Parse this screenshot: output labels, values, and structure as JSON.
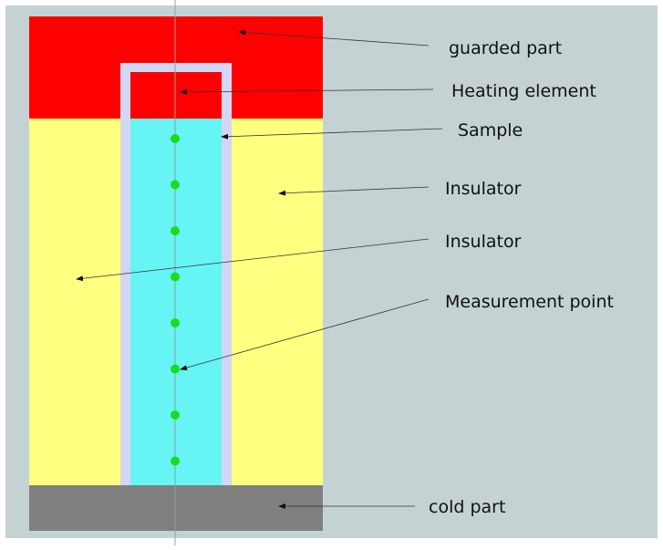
{
  "labels": {
    "guarded_part": "guarded part",
    "heating_element": "Heating element",
    "sample": "Sample",
    "insulator_1": "Insulator",
    "insulator_2": "Insulator",
    "measurement_point": "Measurement point",
    "cold_part": "cold part"
  },
  "colors": {
    "background": "#c5d2d3",
    "guarded": "#ff0000",
    "insulator": "#ffff80",
    "sample": "#66f4f4",
    "sample_casing": "#d3d6f4",
    "cold": "#7f7f7f",
    "point": "#1bdc1b",
    "axis": "#8fa0a0",
    "arrow": "#333333"
  },
  "measurement_point_count": 8
}
